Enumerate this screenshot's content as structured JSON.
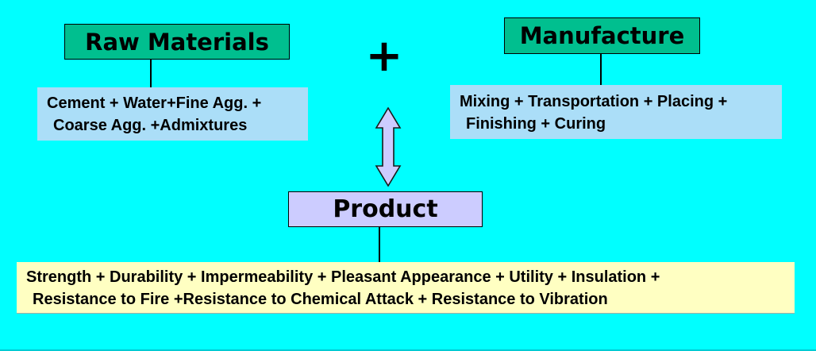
{
  "slide": {
    "background": "#00FFFF"
  },
  "colors": {
    "background": "#00FFFF",
    "green_fill": "#00BF8F",
    "blue_fill": "#ABDEF8",
    "lavender_fill": "#CCCCFF",
    "yellow_fill": "#FFFFC2",
    "line_color": "#000000"
  },
  "raw_materials": {
    "title": "Raw Materials",
    "details": {
      "line1": "Cement + Water+Fine Agg. +",
      "line2": "Coarse Agg. +Admixtures"
    }
  },
  "operator": {
    "plus": "+"
  },
  "manufacture": {
    "title": "Manufacture",
    "details": {
      "line1": "Mixing + Transportation + Placing +",
      "line2": "Finishing + Curing"
    }
  },
  "product": {
    "title": "Product",
    "details": {
      "line1": "Strength + Durability + Impermeability + Pleasant Appearance + Utility + Insulation +",
      "line2": "Resistance to Fire +Resistance to Chemical Attack + Resistance to Vibration"
    }
  }
}
